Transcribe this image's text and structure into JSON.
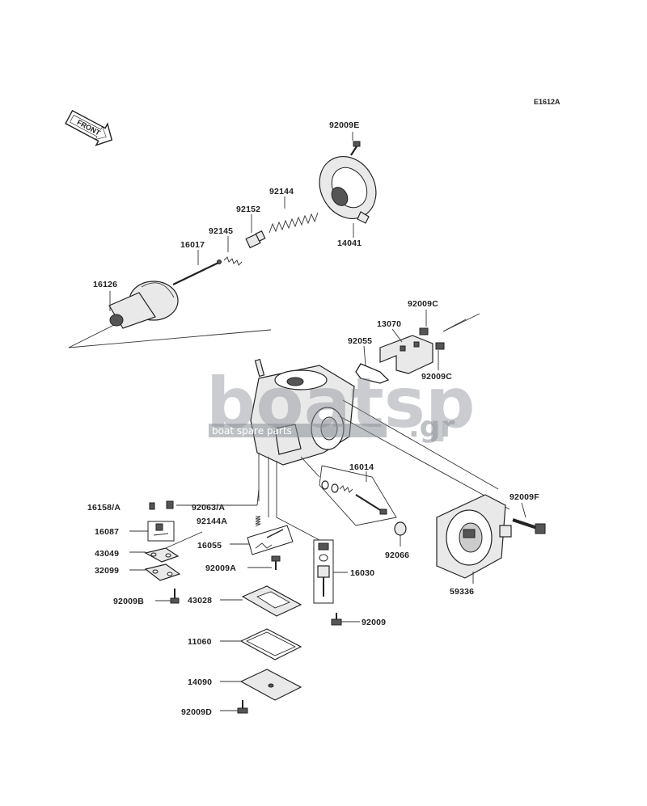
{
  "diagram_code": "E1612A",
  "front_label": "FRONT",
  "watermark": {
    "main": "boatsp",
    "suffix": ".gr",
    "tagline": "boat spare parts"
  },
  "labels": {
    "p92009E": "92009E",
    "p92144": "92144",
    "p92152": "92152",
    "p92145": "92145",
    "p16017": "16017",
    "p14041": "14041",
    "p16126": "16126",
    "p92009C_top": "92009C",
    "p13070": "13070",
    "p92055": "92055",
    "p92009C_bot": "92009C",
    "p16014": "16014",
    "p92009F": "92009F",
    "p16158A": "16158/A",
    "p92063A": "92063/A",
    "p92144A": "92144A",
    "p16087": "16087",
    "p16055": "16055",
    "p43049": "43049",
    "p92009A": "92009A",
    "p32099": "32099",
    "p16030": "16030",
    "p92066": "92066",
    "p59336": "59336",
    "p92009B": "92009B",
    "p43028": "43028",
    "p92009": "92009",
    "p11060": "11060",
    "p14090": "14090",
    "p92009D": "92009D"
  }
}
